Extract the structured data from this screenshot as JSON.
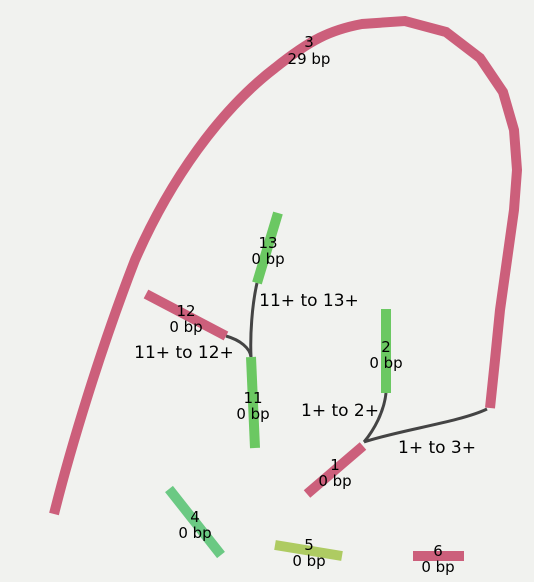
{
  "nodes": [
    {
      "id": "n1",
      "name": "1",
      "length": "0 bp",
      "color": "#cc5f7b"
    },
    {
      "id": "n2",
      "name": "2",
      "length": "0 bp",
      "color": "#6bc862"
    },
    {
      "id": "n3",
      "name": "3",
      "length": "29 bp",
      "color": "#cc5f7b"
    },
    {
      "id": "n4",
      "name": "4",
      "length": "0 bp",
      "color": "#6bc983"
    },
    {
      "id": "n5",
      "name": "5",
      "length": "0 bp",
      "color": "#aecb62"
    },
    {
      "id": "n6",
      "name": "6",
      "length": "0 bp",
      "color": "#cc5f7b"
    },
    {
      "id": "n11",
      "name": "11",
      "length": "0 bp",
      "color": "#6bc862"
    },
    {
      "id": "n12",
      "name": "12",
      "length": "0 bp",
      "color": "#cc5f7b"
    },
    {
      "id": "n13",
      "name": "13",
      "length": "0 bp",
      "color": "#6bc862"
    }
  ],
  "edges": [
    {
      "id": "e1-2",
      "label": "1+ to 2+"
    },
    {
      "id": "e1-3",
      "label": "1+ to 3+"
    },
    {
      "id": "e11-12",
      "label": "11+ to 12+"
    },
    {
      "id": "e11-13",
      "label": "11+ to 13+"
    }
  ],
  "edge_color": "#444444"
}
